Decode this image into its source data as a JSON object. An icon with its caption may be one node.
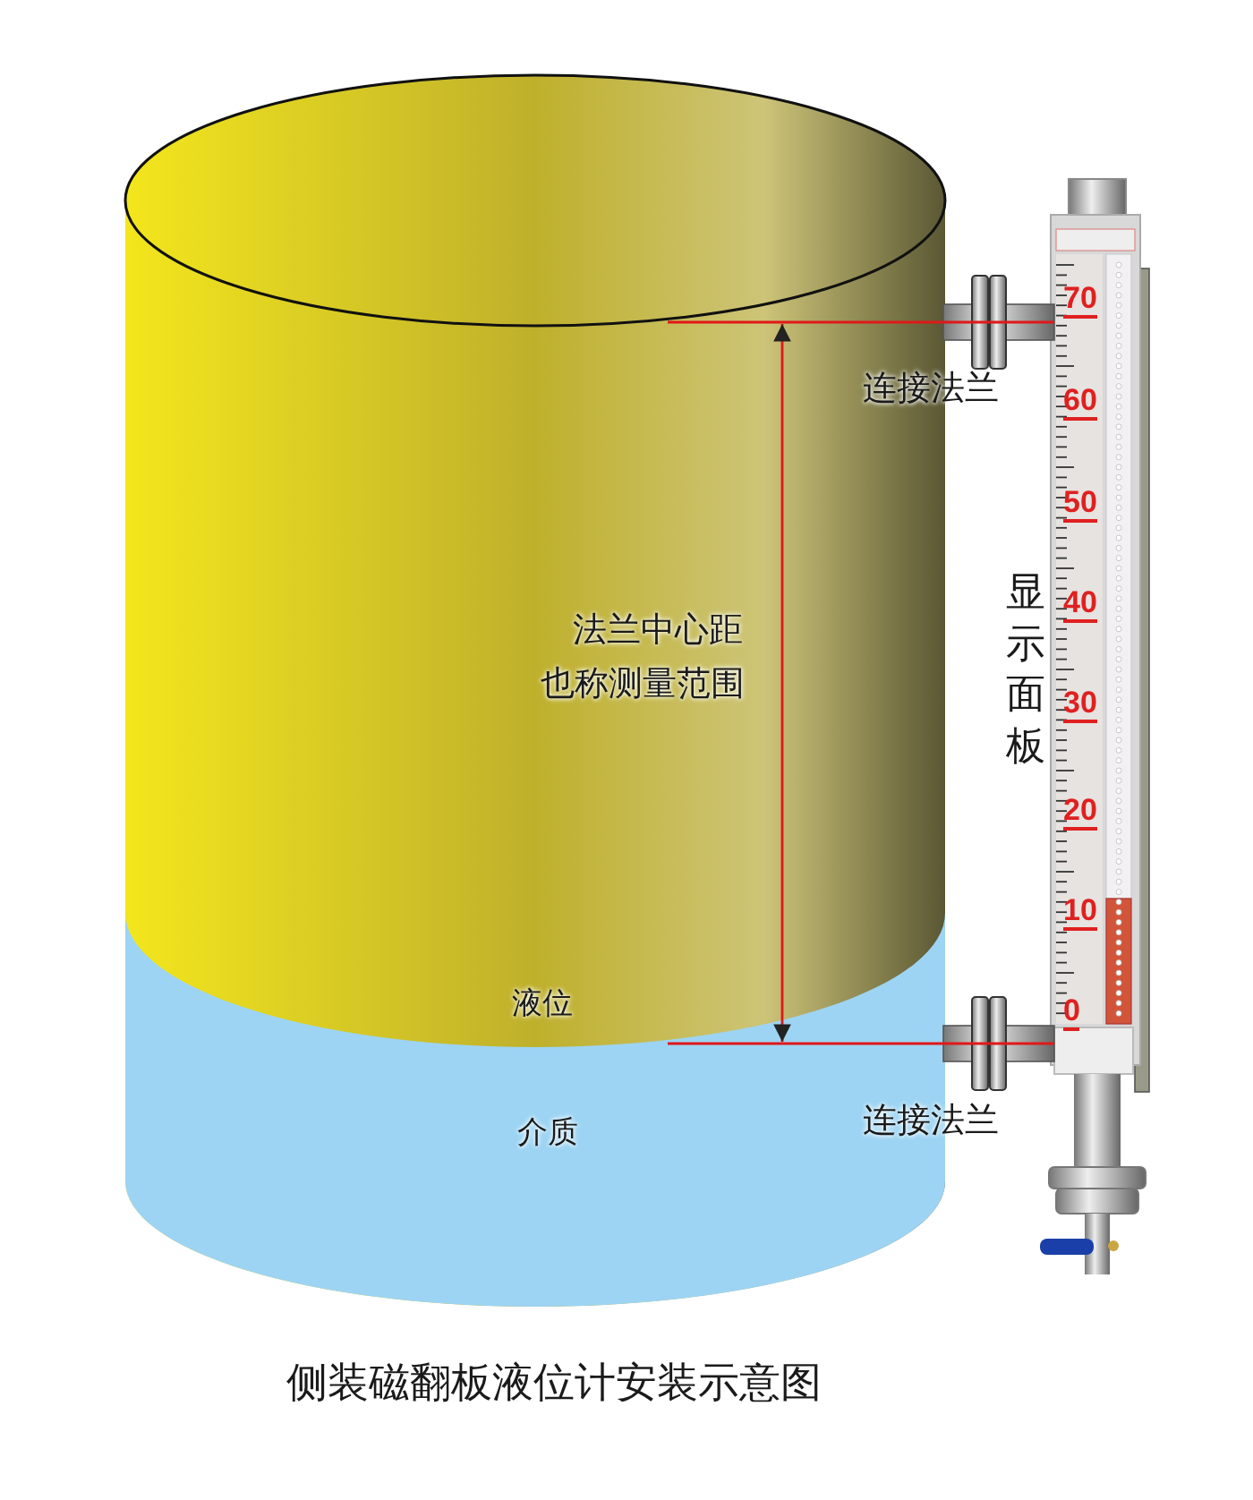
{
  "diagram": {
    "caption": "侧装磁翻板液位计安装示意图",
    "labels": [
      "70",
      "连接法兰",
      "60",
      "50",
      "显示面板",
      "法兰中心距",
      "40",
      "也称测量范围",
      "30",
      "20",
      "10",
      "液位",
      "0",
      "连接法兰",
      "介质"
    ]
  }
}
